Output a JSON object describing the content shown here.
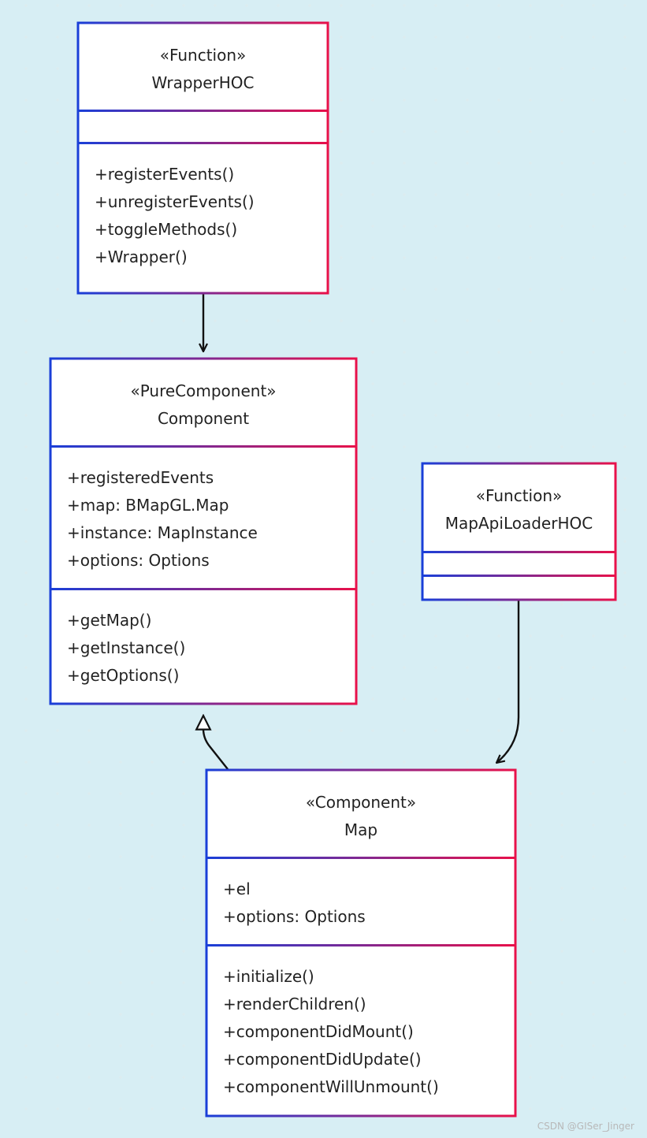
{
  "classes": {
    "wrapper_hoc": {
      "stereotype": "«Function»",
      "name": "WrapperHOC",
      "attributes": [],
      "methods": [
        "+registerEvents()",
        "+unregisterEvents()",
        "+toggleMethods()",
        "+Wrapper()"
      ]
    },
    "component": {
      "stereotype": "«PureComponent»",
      "name": "Component",
      "attributes": [
        "+registeredEvents",
        "+map: BMapGL.Map",
        "+instance: MapInstance",
        "+options: Options"
      ],
      "methods": [
        "+getMap()",
        "+getInstance()",
        "+getOptions()"
      ]
    },
    "map_api_loader_hoc": {
      "stereotype": "«Function»",
      "name": "MapApiLoaderHOC",
      "attributes": [],
      "methods": []
    },
    "map": {
      "stereotype": "«Component»",
      "name": "Map",
      "attributes": [
        "+el",
        "+options: Options"
      ],
      "methods": [
        "+initialize()",
        "+renderChildren()",
        "+componentDidMount()",
        "+componentDidUpdate()",
        "+componentWillUnmount()"
      ]
    }
  },
  "relations": [
    {
      "from": "WrapperHOC",
      "to": "Component",
      "type": "association"
    },
    {
      "from": "Map",
      "to": "Component",
      "type": "inheritance"
    },
    {
      "from": "MapApiLoaderHOC",
      "to": "Map",
      "type": "association"
    }
  ],
  "colors": {
    "border_start": "#1a3fd8",
    "border_end": "#e8114a",
    "edge": "#111111",
    "text": "#222222",
    "grid_mark": "#d7eef4"
  },
  "watermark": "CSDN @GISer_Jinger"
}
